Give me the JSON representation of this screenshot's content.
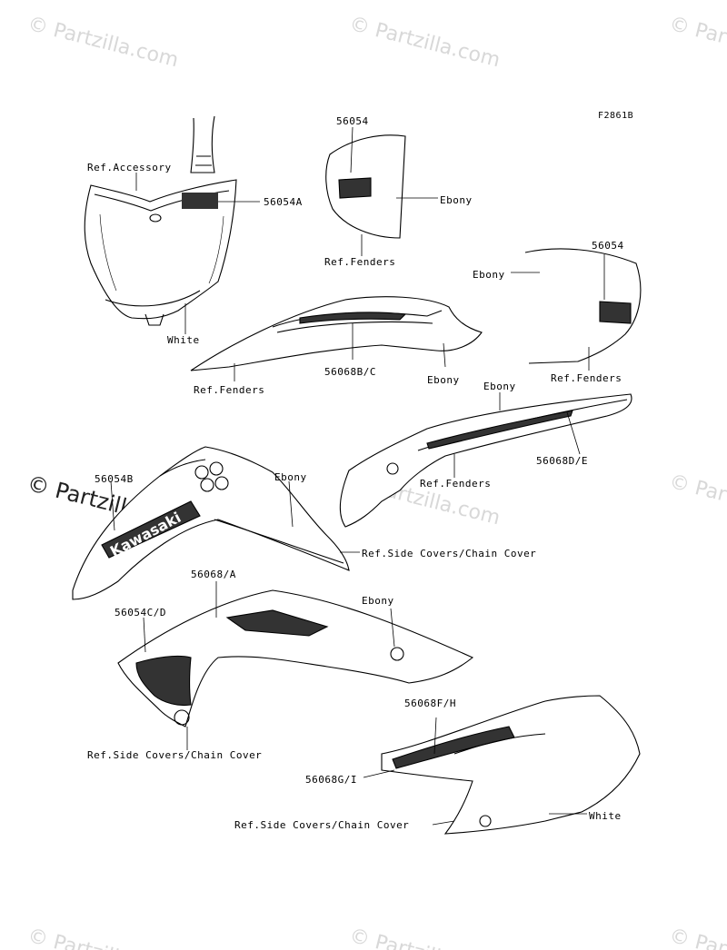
{
  "figure_code": "F2861B",
  "watermarks": [
    "© Partzilla.com"
  ],
  "labels": {
    "ref_accessory": "Ref.Accessory",
    "p56054A": "56054A",
    "white_1": "White",
    "p56054_top": "56054",
    "ebony_1": "Ebony",
    "ref_fenders_1": "Ref.Fenders",
    "p56054_right": "56054",
    "ebony_2": "Ebony",
    "ref_fenders_2": "Ref.Fenders",
    "p56068BC": "56068B/C",
    "ebony_3": "Ebony",
    "ref_fenders_3": "Ref.Fenders",
    "ebony_4": "Ebony",
    "p56068DE": "56068D/E",
    "ref_fenders_4": "Ref.Fenders",
    "p56054B": "56054B",
    "ebony_5": "Ebony",
    "ref_side_covers_1": "Ref.Side Covers/Chain Cover",
    "p56068A": "56068/A",
    "p56054CD": "56054C/D",
    "ebony_6": "Ebony",
    "ref_side_covers_2": "Ref.Side Covers/Chain Cover",
    "p56068FH": "56068F/H",
    "p56068GI": "56068G/I",
    "white_2": "White",
    "ref_side_covers_3": "Ref.Side Covers/Chain Cover"
  },
  "decal_text": "Kawasaki",
  "colors": {
    "line": "#000000",
    "watermark": "#d8d8d8",
    "background": "#ffffff"
  }
}
